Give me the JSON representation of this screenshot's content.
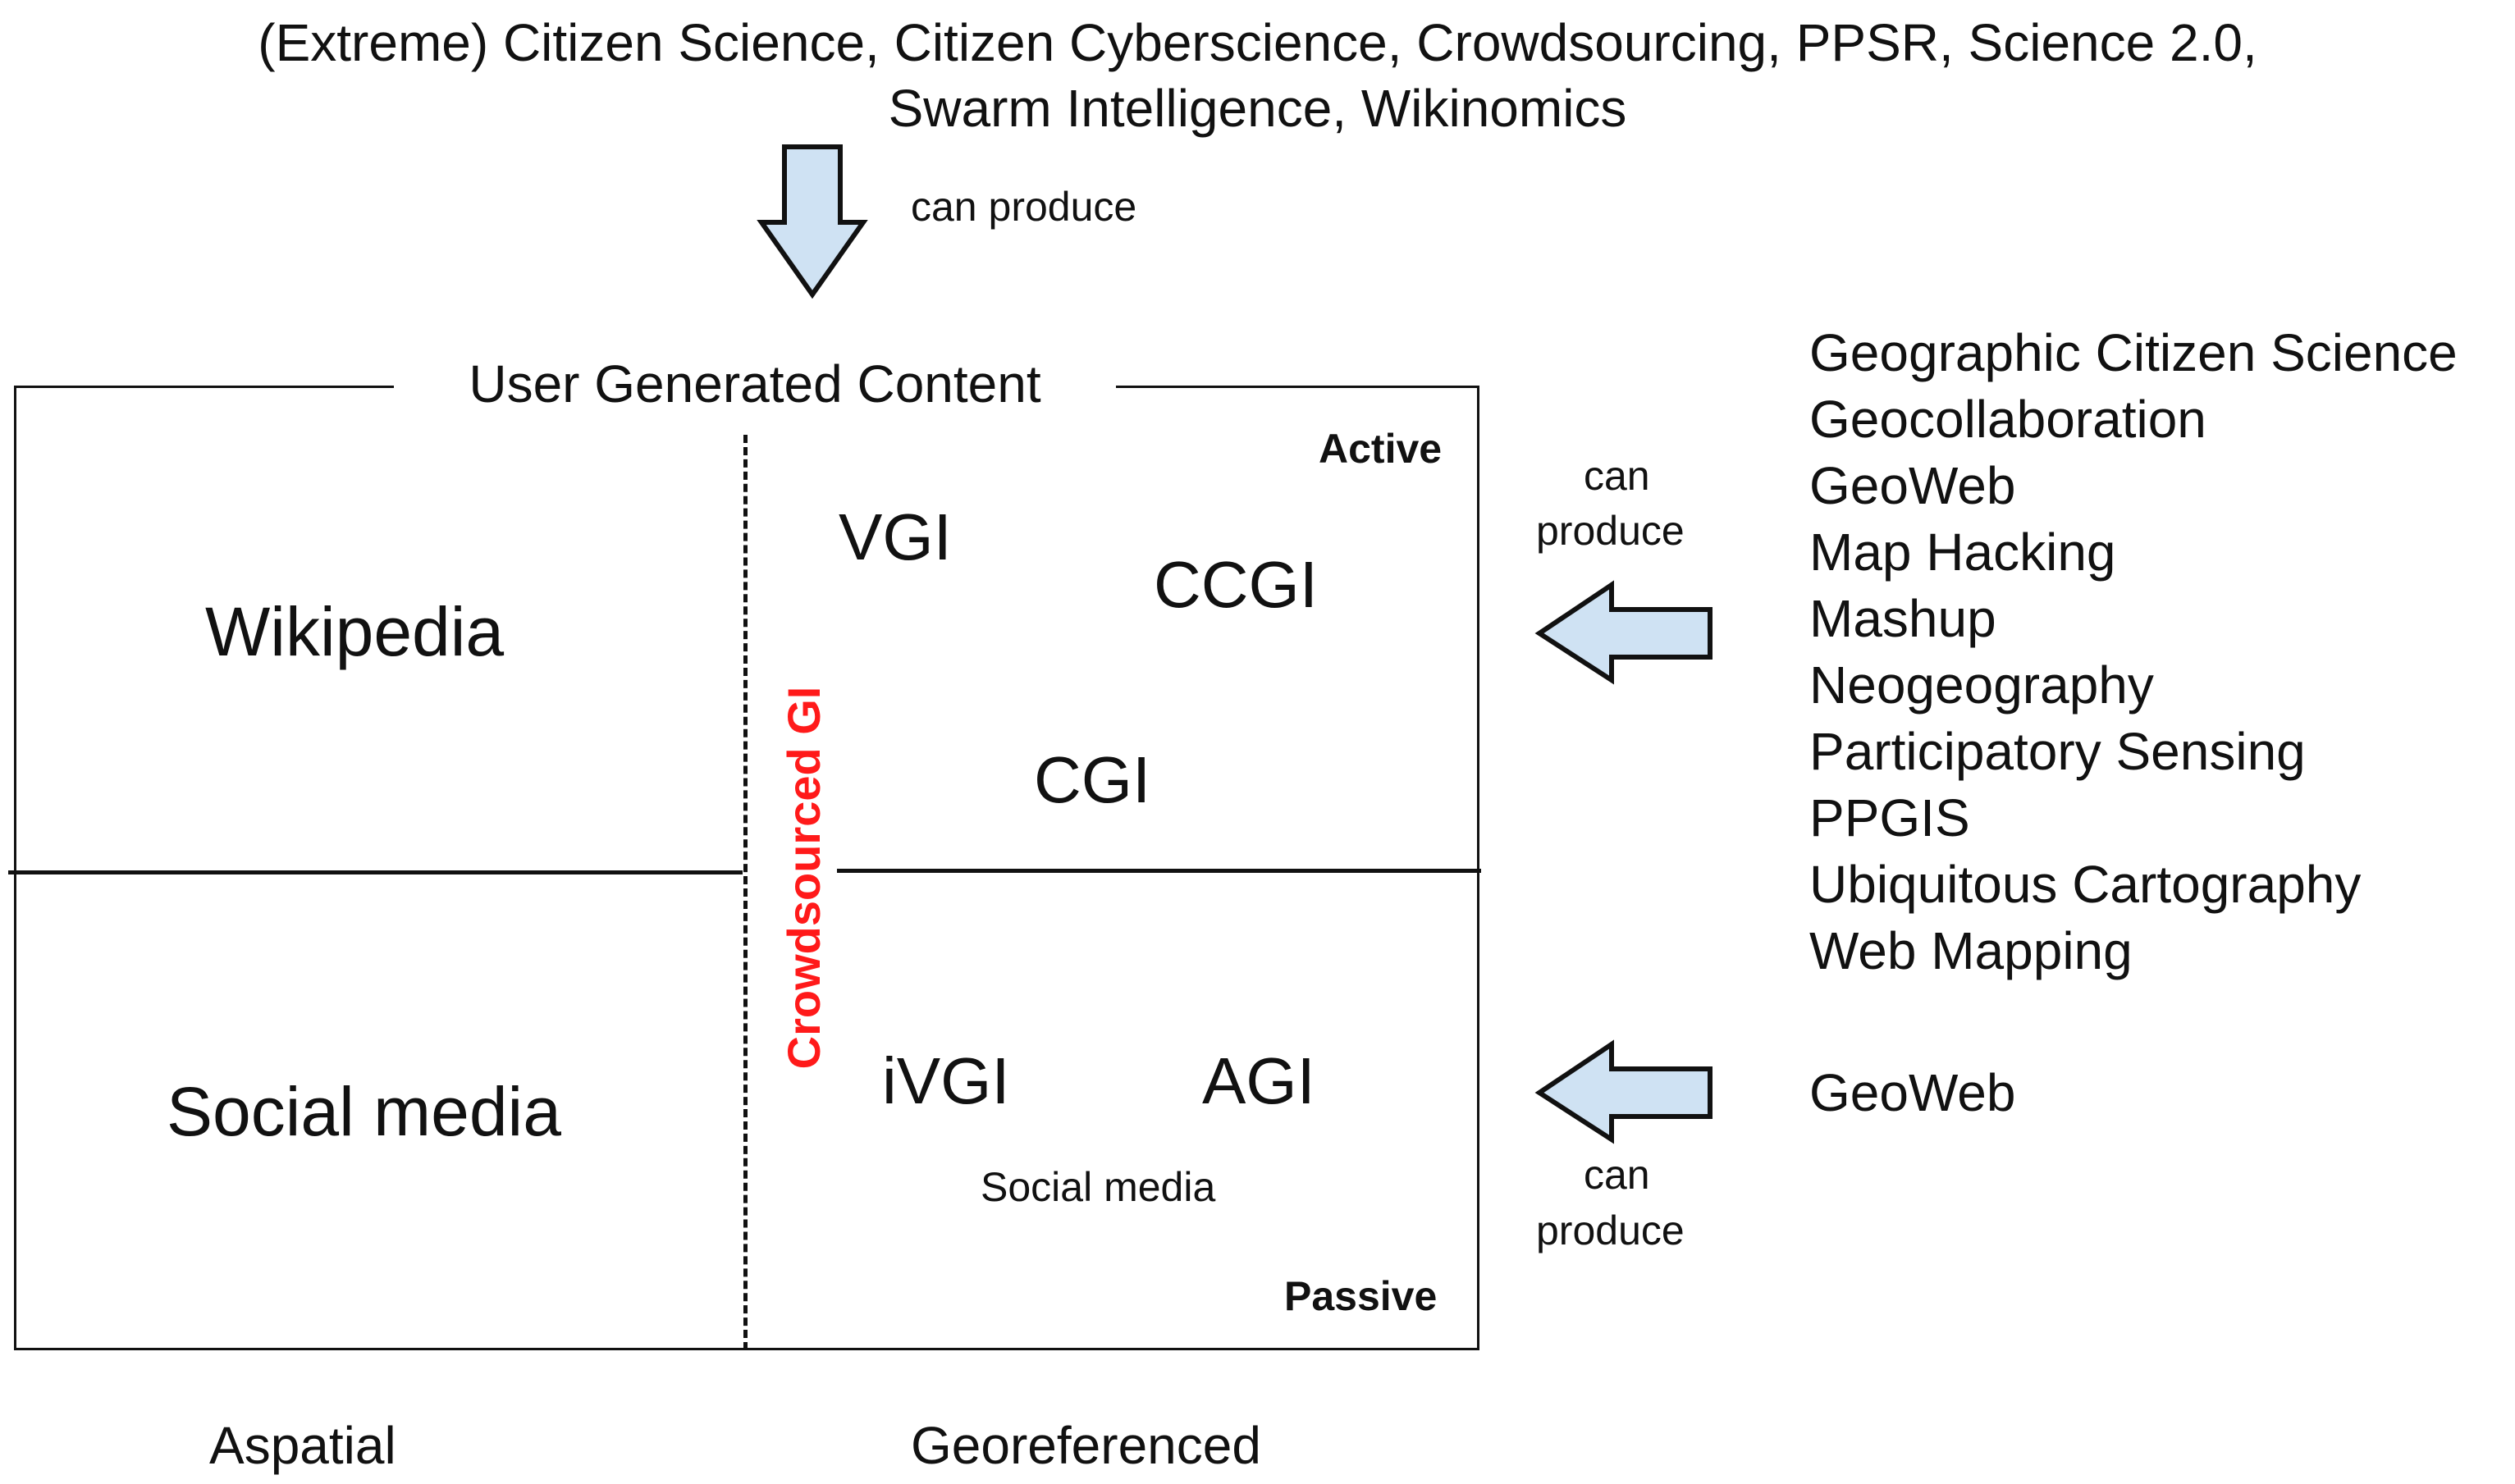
{
  "header": {
    "line1": "(Extreme) Citizen Science, Citizen Cyberscience, Crowdsourcing, PPSR, Science 2.0,",
    "line2": "Swarm Intelligence, Wikinomics",
    "arrow_label": "can produce"
  },
  "box": {
    "title": "User Generated Content",
    "active_label": "Active",
    "passive_label": "Passive",
    "divider_label": "Crowdsourced GI",
    "quadrants": {
      "top_left": "Wikipedia",
      "bottom_left": "Social media",
      "top_right": [
        "VGI",
        "CCGI",
        "CGI"
      ],
      "bottom_right": [
        "iVGI",
        "AGI"
      ],
      "bottom_right_note": "Social media"
    }
  },
  "axis": {
    "left": "Aspatial",
    "right": "Georeferenced"
  },
  "right_side": {
    "upper_arrow_label_line1": "can",
    "upper_arrow_label_line2": "produce",
    "terms": [
      "Geographic Citizen Science",
      "Geocollaboration",
      "GeoWeb",
      "Map Hacking",
      "Mashup",
      "Neogeography",
      "Participatory Sensing",
      "PPGIS",
      "Ubiquitous Cartography",
      "Web Mapping"
    ],
    "lower_term": "GeoWeb",
    "lower_arrow_label_line1": "can",
    "lower_arrow_label_line2": "produce"
  },
  "colors": {
    "arrow_fill": "#cfe2f3",
    "outline": "#111111",
    "highlight": "#ff1a1a"
  }
}
